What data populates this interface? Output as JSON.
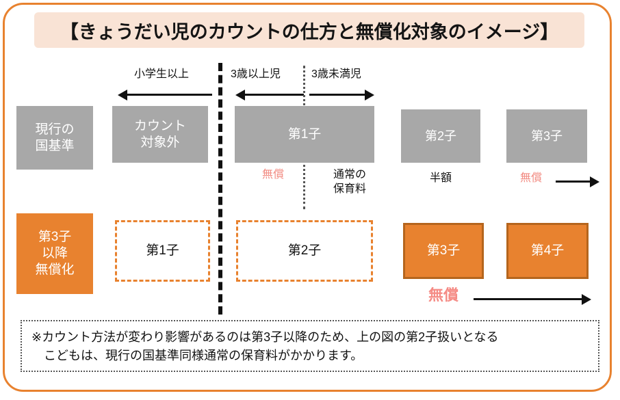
{
  "title": "【きょうだい児のカウントの仕方と無償化対象のイメージ】",
  "colors": {
    "frame": "#E8822F",
    "title_bg": "#F9E3D5",
    "gray_box": "#A8A8A8",
    "orange": "#E8822F",
    "orange_border": "#B5651D",
    "red_text": "#F28B82"
  },
  "age_labels": [
    {
      "text": "小学生以上",
      "arrow": "left"
    },
    {
      "text": "3歳以上児",
      "arrow": "left"
    },
    {
      "text": "3歳未満児",
      "arrow": "right"
    }
  ],
  "rows": [
    {
      "label": "現行の\n国基準",
      "label_line1": "現行の",
      "label_line2": "国基準",
      "boxes": [
        {
          "name": "count-excluded",
          "line1": "カウント",
          "line2": "対象外",
          "caption": "",
          "caption_red": false
        },
        {
          "name": "child-1",
          "line1": "第1子",
          "line2": "",
          "caption_left": "無償",
          "caption_right_line1": "通常の",
          "caption_right_line2": "保育料"
        },
        {
          "name": "child-2",
          "line1": "第2子",
          "line2": "",
          "caption": "半額",
          "caption_red": false
        },
        {
          "name": "child-3",
          "line1": "第3子",
          "line2": "",
          "caption": "無償",
          "caption_red": true,
          "arrow": "right"
        }
      ]
    },
    {
      "label_line1": "第3子",
      "label_line2": "以降",
      "label_line3": "無償化",
      "boxes": [
        {
          "name": "child-1",
          "line1": "第1子",
          "style": "dashed"
        },
        {
          "name": "child-2",
          "line1": "第2子",
          "style": "dashed"
        },
        {
          "name": "child-3",
          "line1": "第3子",
          "style": "filled"
        },
        {
          "name": "child-4",
          "line1": "第4子",
          "style": "filled"
        }
      ],
      "caption": "無償"
    }
  ],
  "footnote": {
    "line1": "※カウント方法が変わり影響があるのは第3子以降のため、上の図の第2子扱いとなる",
    "line2": "こどもは、現行の国基準同様通常の保育料がかかります。"
  }
}
